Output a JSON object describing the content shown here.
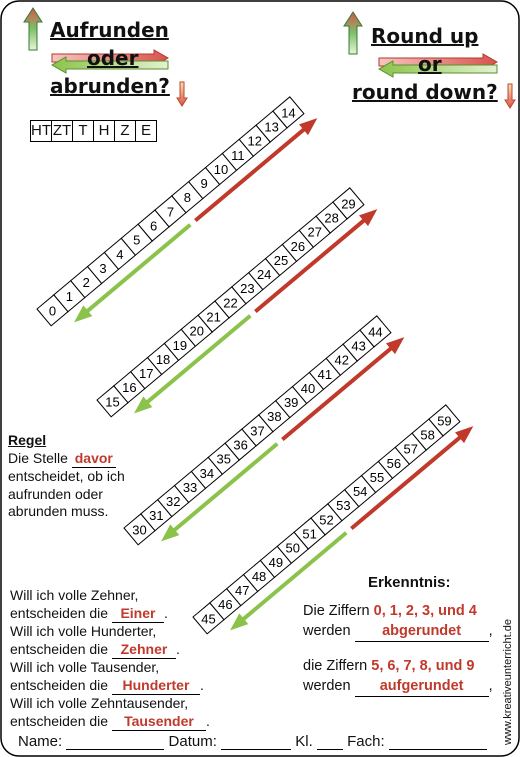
{
  "title_de": [
    "Aufrunden",
    "oder",
    "abrunden?"
  ],
  "title_en": [
    "Round up",
    "or",
    "round down?"
  ],
  "place_values": [
    "HT",
    "ZT",
    "T",
    "H",
    "Z",
    "E"
  ],
  "number_strips": [
    {
      "numbers": [
        "0",
        "1",
        "2",
        "3",
        "4",
        "5",
        "6",
        "7",
        "8",
        "9",
        "10",
        "11",
        "12",
        "13",
        "14"
      ]
    },
    {
      "numbers": [
        "15",
        "16",
        "17",
        "18",
        "19",
        "20",
        "21",
        "22",
        "23",
        "24",
        "25",
        "26",
        "27",
        "28",
        "29"
      ]
    },
    {
      "numbers": [
        "30",
        "31",
        "32",
        "33",
        "34",
        "35",
        "36",
        "37",
        "38",
        "39",
        "40",
        "41",
        "42",
        "43",
        "44"
      ]
    },
    {
      "numbers": [
        "45",
        "46",
        "47",
        "48",
        "49",
        "50",
        "51",
        "52",
        "53",
        "54",
        "55",
        "56",
        "57",
        "58",
        "59"
      ]
    }
  ],
  "rule": {
    "heading": "Regel",
    "line1_pre": "Die Stelle ",
    "line1_answer": "davor",
    "line2": "entscheidet, ob ich",
    "line3": "aufrunden oder",
    "line4": "abrunden muss."
  },
  "exercise": {
    "q1": "Will ich volle Zehner,",
    "q1b_pre": "entscheiden die ",
    "q1_answer": "Einer",
    "q2": "Will ich volle Hunderter,",
    "q2b_pre": "entscheiden die ",
    "q2_answer": "Zehner",
    "q3": "Will ich volle Tausender,",
    "q3b_pre": "entscheiden die ",
    "q3_answer": "Hunderter",
    "q4": "Will ich volle Zehntausender,",
    "q4b_pre": "entscheiden die ",
    "q4_answer": "Tausender",
    "dot": "."
  },
  "insight": {
    "heading": "Erkenntnis:",
    "a_pre": "Die Ziffern ",
    "a_digits": "0, 1, 2, 3, und 4",
    "a_werden": "werden ",
    "a_answer": "abgerundet",
    "b_pre": "die Ziffern ",
    "b_digits": "5, 6, 7, 8, und 9",
    "b_werden": "werden ",
    "b_answer": "aufgerundet",
    "comma": ","
  },
  "footer": {
    "name": "Name:",
    "datum": "Datum:",
    "kl": "Kl.",
    "fach": "Fach:"
  },
  "side_text": "www.kreativeunterricht.de",
  "colors": {
    "red": "#c0392b",
    "green": "#8bc34a",
    "up_arrow": "#2e7d32"
  }
}
